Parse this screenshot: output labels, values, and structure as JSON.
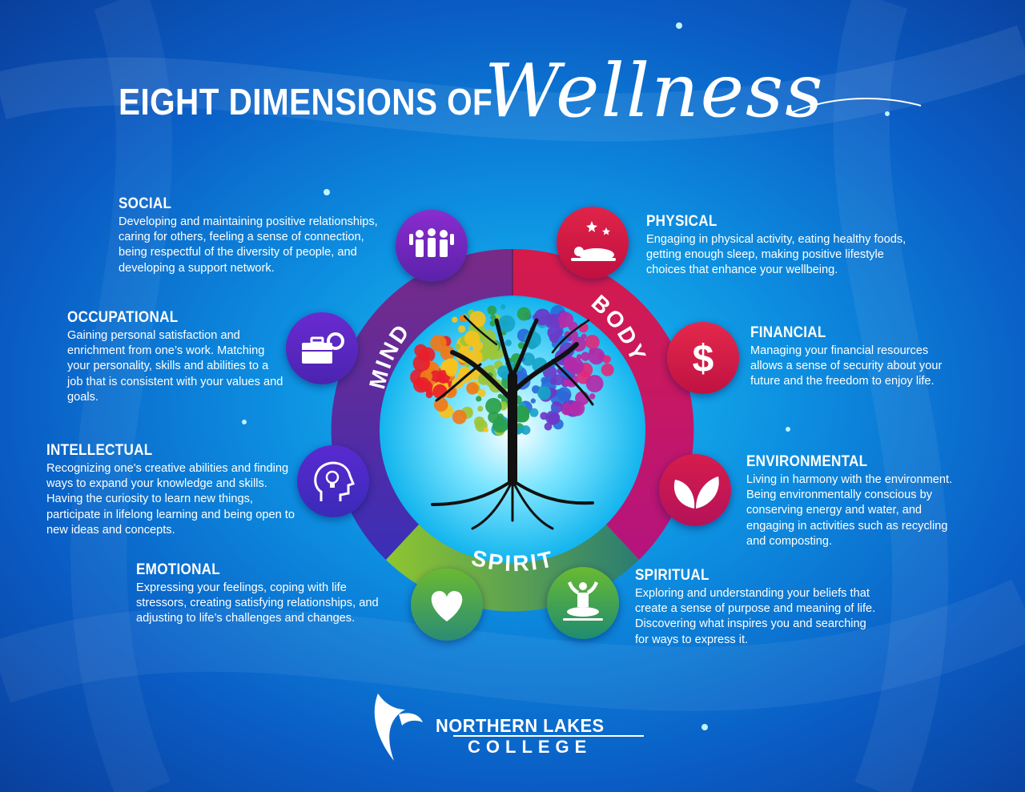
{
  "title": {
    "main": "EIGHT DIMENSIONS OF",
    "script": "Wellness"
  },
  "wheel": {
    "segments": [
      "MIND",
      "BODY",
      "SPIRIT"
    ]
  },
  "dimensions": {
    "social": {
      "title": "SOCIAL",
      "text": "Developing and maintaining positive relationships, caring for others, feeling a sense of connection, being respectful of the diversity of people, and developing a support network.",
      "icon": "people-group-icon"
    },
    "occupational": {
      "title": "OCCUPATIONAL",
      "text": "Gaining personal satisfaction and enrichment from one’s work. Matching your personality, skills and abilities to a job that is consistent with your values and goals.",
      "icon": "briefcase-gear-icon"
    },
    "intellectual": {
      "title": "INTELLECTUAL",
      "text": "Recognizing one's creative abilities and finding ways to expand your knowledge and skills. Having the curiosity to learn new things, participate in lifelong learning and being open to new ideas and concepts.",
      "icon": "head-lightbulb-icon"
    },
    "emotional": {
      "title": "EMOTIONAL",
      "text": "Expressing your feelings, coping with life stressors, creating satisfying relationships, and adjusting to life’s challenges and changes.",
      "icon": "heart-icon"
    },
    "physical": {
      "title": "PHYSICAL",
      "text": "Engaging in physical activity, eating healthy foods, getting enough sleep, making positive lifestyle choices that enhance your wellbeing.",
      "icon": "sleeping-person-icon"
    },
    "financial": {
      "title": "FINANCIAL",
      "text": "Managing your financial resources allows a sense of security about your future and the freedom to enjoy life.",
      "icon": "dollar-icon"
    },
    "environmental": {
      "title": "ENVIRONMENTAL",
      "text": "Living in harmony with the environment. Being environmentally conscious by conserving energy and water, and engaging in activities such as recycling and composting.",
      "icon": "leaves-icon"
    },
    "spiritual": {
      "title": "SPIRITUAL",
      "text": "Exploring and understanding your beliefs that create a sense of purpose and meaning of life. Discovering what inspires you and searching for ways to express it.",
      "icon": "meditation-icon"
    }
  },
  "logo": {
    "name": "NORTHERN LAKES",
    "sub": "COLLEGE"
  },
  "colors": {
    "mind": "#4a2aa8",
    "body": "#c8124a",
    "spirit": "#4a9a3a",
    "background": "#0d8ee0"
  }
}
